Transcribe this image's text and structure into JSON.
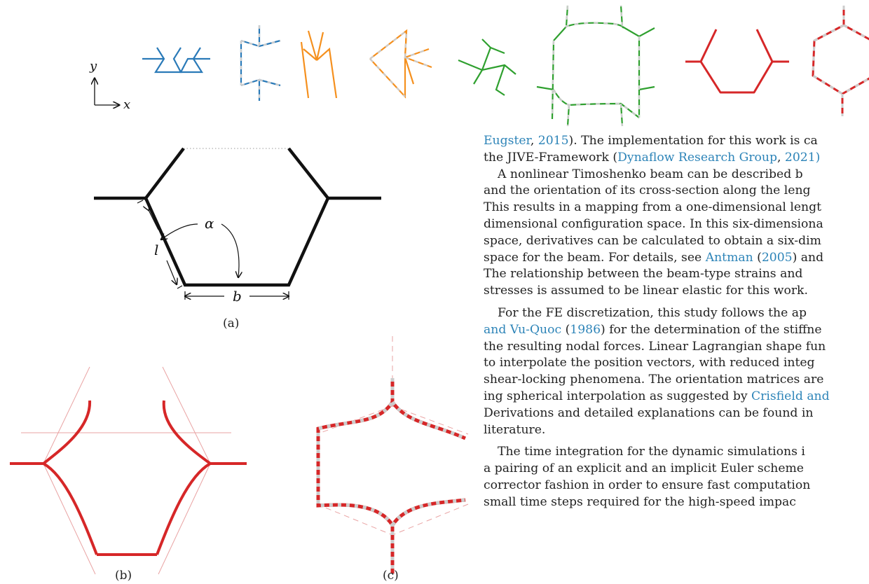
{
  "axes_labels": {
    "y": "y",
    "x": "x"
  },
  "figure_labels": {
    "alpha": "α",
    "l": "l",
    "b": "b"
  },
  "captions": {
    "a": "(a)",
    "b": "(b)",
    "c": "(c)"
  },
  "colors": {
    "blue": "#2a7ab8",
    "orange": "#f5901e",
    "green": "#2fa02f",
    "red": "#d62728",
    "gray": "#c8c8c8",
    "black": "#111111",
    "cite": "#2d84b8"
  },
  "text": {
    "l1": {
      "c1": "Eugster",
      "t1": ", ",
      "c2": "2015",
      "t2": "). The implementation for this work is ca"
    },
    "l2": {
      "t1": "the JIVE-Framework (",
      "c1": "Dynaflow Research Group",
      "t2": ", ",
      "c2": "2021",
      "t3": ")"
    },
    "l3": "A nonlinear Timoshenko beam can be described b",
    "l4": "and the orientation of its cross-section along the leng",
    "l5": "This results in a mapping from a one-dimensional lengt",
    "l6": "dimensional configuration space. In this six-dimensiona",
    "l7": "space, derivatives can be calculated to obtain a six-dim",
    "l8": {
      "t1": "space for the beam. For details, see ",
      "c1": "Antman",
      "t2": " (",
      "c2": "2005",
      "t3": ") and"
    },
    "l9": "The relationship between the beam-type strains and",
    "l10": "stresses is assumed to be linear elastic for this work.",
    "l11": "For the FE discretization, this study follows the ap",
    "l12": {
      "c1": "and Vu-Quoc",
      "t1": " (",
      "c2": "1986",
      "t2": ") for the determination of the stiffne"
    },
    "l13": "the resulting nodal forces. Linear Lagrangian shape fun",
    "l14": "to interpolate the position vectors, with reduced integ",
    "l15": "shear-locking phenomena. The orientation matrices are",
    "l16": {
      "t1": "ing spherical interpolation as suggested by ",
      "c1": "Crisfield and"
    },
    "l17": "Derivations and detailed explanations can be found in",
    "l18": "literature.",
    "l19": "The time integration for the dynamic simulations i",
    "l20": "a pairing of an explicit and an implicit Euler scheme",
    "l21": "corrector fashion in order to ensure fast computation",
    "l22": "small time steps required for the high-speed impac"
  }
}
